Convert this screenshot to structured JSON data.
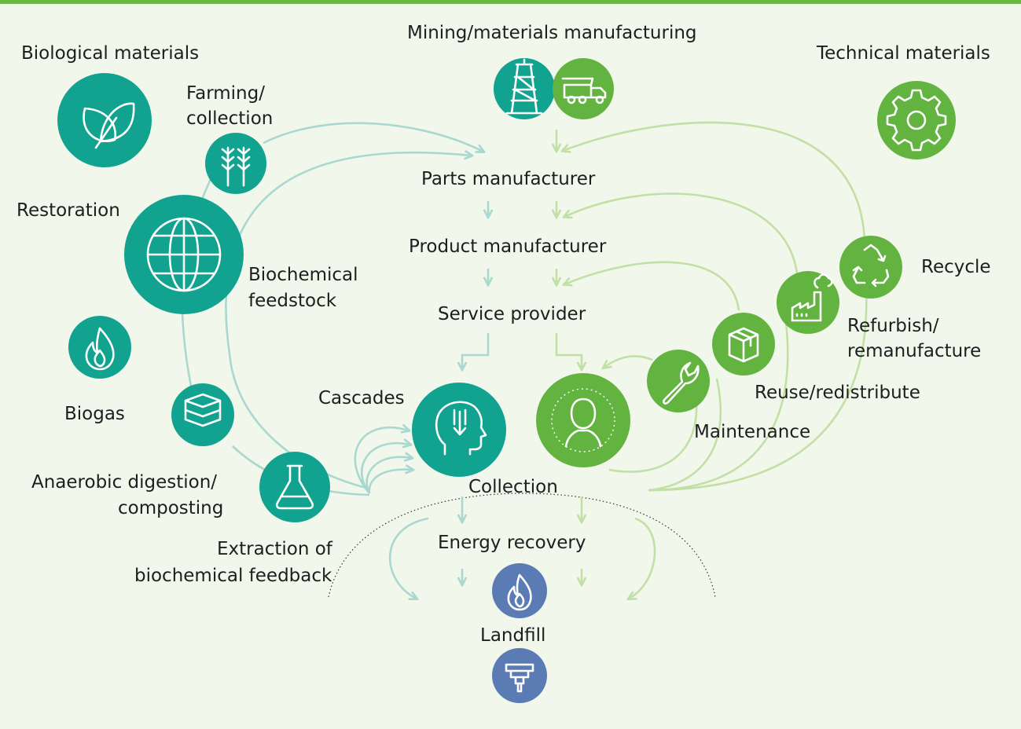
{
  "labels": {
    "biological": "Biological materials",
    "mining": "Mining/materials manufacturing",
    "technical": "Technical materials",
    "farming_1": "Farming/",
    "farming_2": "collection",
    "parts": "Parts manufacturer",
    "restoration": "Restoration",
    "product": "Product manufacturer",
    "biochem_1": "Biochemical",
    "biochem_2": "feedstock",
    "recycle": "Recycle",
    "service": "Service provider",
    "refurbish_1": "Refurbish/",
    "refurbish_2": "remanufacture",
    "reuse": "Reuse/redistribute",
    "biogas": "Biogas",
    "cascades": "Cascades",
    "maintenance": "Maintenance",
    "anaerobic_1": "Anaerobic digestion/",
    "anaerobic_2": "composting",
    "collection": "Collection",
    "extraction_1": "Extraction of",
    "extraction_2": "biochemical feedback",
    "energy": "Energy recovery",
    "landfill": "Landfill"
  },
  "colors": {
    "background": "#f2f7ec",
    "top_bar": "#6ab946",
    "teal": "#11a38f",
    "green": "#62b33f",
    "blue": "#5b7bb5",
    "teal_arrow": "#a9d8cf",
    "green_arrow": "#c2e0a6"
  },
  "icons": [
    "leaf-icon",
    "oil-rig-icon",
    "dump-truck-icon",
    "gear-icon",
    "wheat-icon",
    "globe-icon",
    "flame-icon",
    "layers-icon",
    "flask-icon",
    "head-icon",
    "user-icon",
    "wrench-icon",
    "box-icon",
    "factory-icon",
    "recycle-icon",
    "flame-icon",
    "landfill-icon"
  ]
}
